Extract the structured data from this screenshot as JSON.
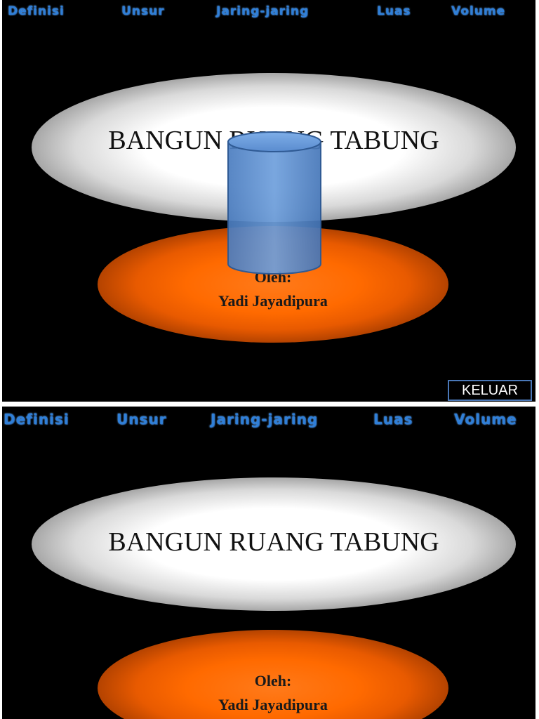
{
  "nav": {
    "items": [
      {
        "label": "Definisi"
      },
      {
        "label": "Unsur"
      },
      {
        "label": "Jaring-jaring"
      },
      {
        "label": "Luas"
      },
      {
        "label": "Volume"
      }
    ]
  },
  "title": "BANGUN RUANG TABUNG",
  "author": {
    "label": "Oleh:",
    "name": "Yadi Jayadipura"
  },
  "keluar_label": "KELUAR",
  "colors": {
    "background": "#000000",
    "nav_text": "#2f7fd8",
    "title_ellipse": "#ffffff",
    "author_ellipse": "#ff6a00",
    "cylinder": "#5b8fd0",
    "button_border": "#4a78b8"
  },
  "icons": {
    "cylinder": "cylinder-shape"
  }
}
